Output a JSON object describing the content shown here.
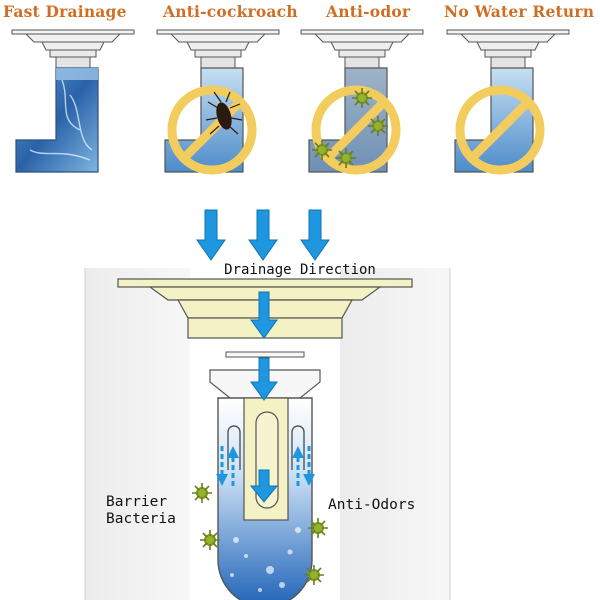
{
  "features": [
    {
      "label": "Fast Drainage"
    },
    {
      "label": "Anti-cockroach"
    },
    {
      "label": "Anti-odor"
    },
    {
      "label": "No Water Return"
    }
  ],
  "diagram": {
    "direction_label": "Drainage Direction",
    "left_label_line1": "Barrier",
    "left_label_line2": "Bacteria",
    "right_label": "Anti-Odors"
  },
  "colors": {
    "label_orange": "#d06f24",
    "arrow_blue": "#1e96e0",
    "water_blue": "#3b78c4",
    "prohibit_yellow": "#f2cd5e",
    "drain_cream": "#f4f1c4",
    "bacteria_green": "#7a9a22"
  }
}
